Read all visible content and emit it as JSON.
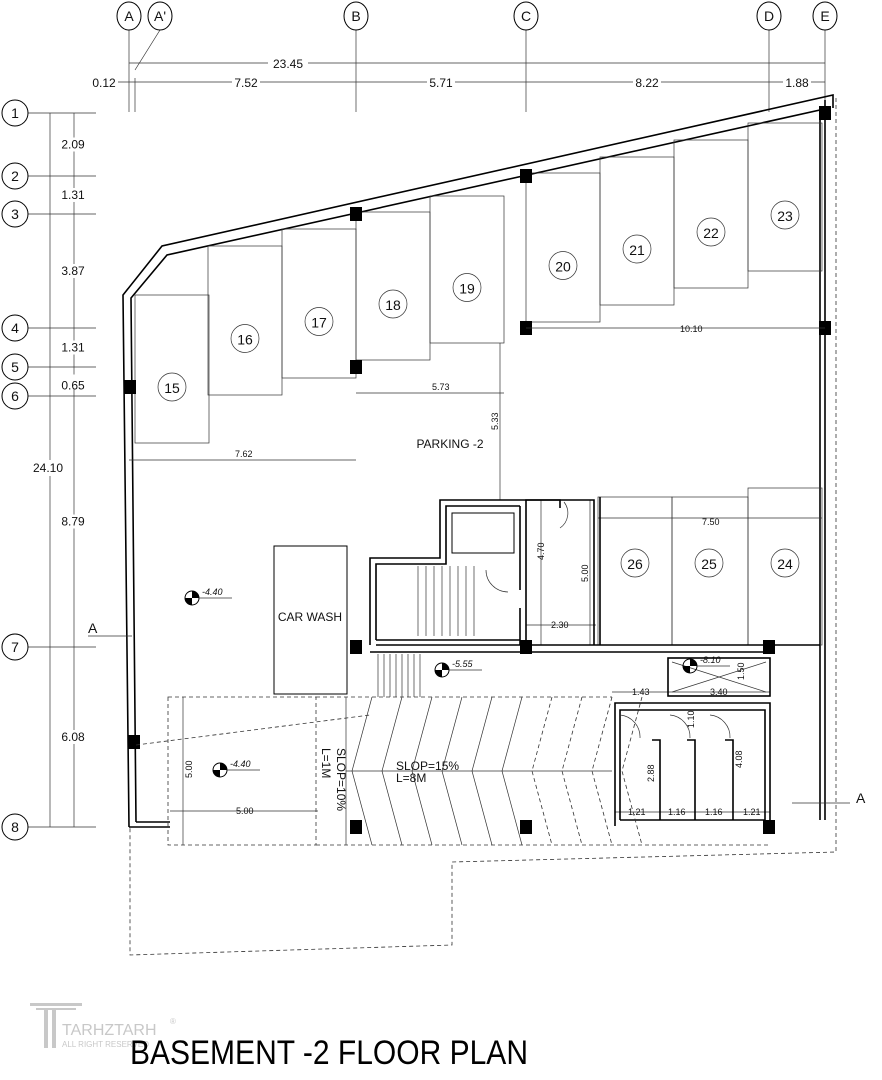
{
  "title": "BASEMENT -2 FLOOR PLAN",
  "watermark": {
    "brand": "TARHZTARH",
    "sub": "ALL RIGHT RESERVED",
    "mark": "®"
  },
  "grid_columns": [
    "A",
    "A'",
    "B",
    "C",
    "D",
    "E"
  ],
  "grid_rows": [
    "1",
    "2",
    "3",
    "4",
    "5",
    "6",
    "7",
    "8"
  ],
  "top_dims": {
    "total": "23.45",
    "segments": [
      "0.12",
      "7.52",
      "5.71",
      "8.22",
      "1.88"
    ]
  },
  "left_dims": {
    "total": "24.10",
    "segments": [
      "2.09",
      "1.31",
      "3.87",
      "1.31",
      "0.65",
      "8.79",
      "6.08"
    ]
  },
  "parking_spots": [
    "15",
    "16",
    "17",
    "18",
    "19",
    "20",
    "21",
    "22",
    "23",
    "26",
    "25",
    "24"
  ],
  "labels": {
    "parking": "PARKING -2",
    "car_wash": "CAR WASH",
    "ramp_main": "SLOP=15%",
    "ramp_main_len": "L=8M",
    "ramp_small": "SLOP=10%",
    "ramp_small_len": "L=1M",
    "section_left": "A",
    "section_right": "A"
  },
  "levels": [
    "-4.40",
    "-4.40",
    "-5.55",
    "-8.10"
  ],
  "inner_dims": [
    "10.10",
    "5.73",
    "7.62",
    "5.33",
    "7.50",
    "4.70",
    "5.00",
    "2.30",
    "1.50",
    "1.43",
    "3.40",
    "1.10",
    "2.88",
    "4.08",
    "1.21",
    "1.16",
    "1.16",
    "1.21",
    "5.00",
    "5.00"
  ]
}
